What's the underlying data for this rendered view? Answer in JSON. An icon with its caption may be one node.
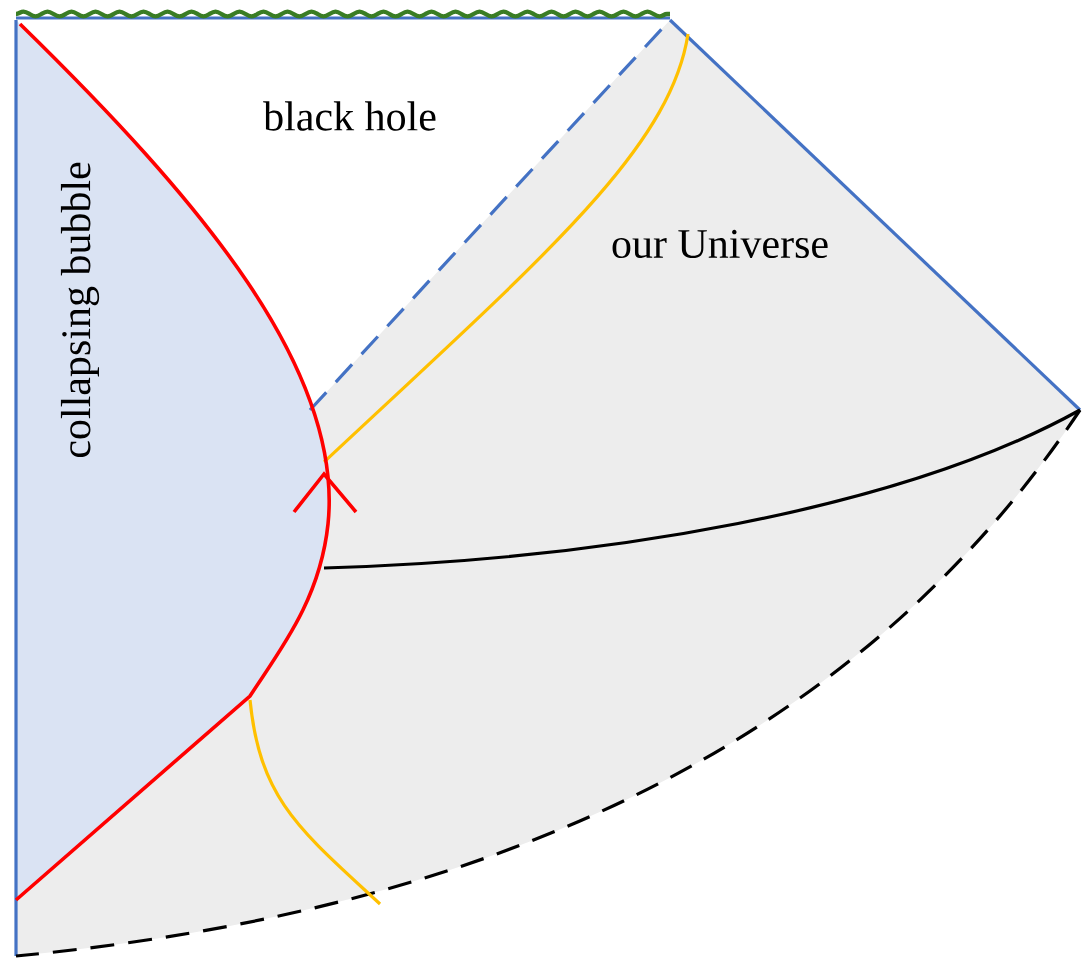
{
  "diagram": {
    "labels": [
      "black hole",
      "collapsing bubble",
      "our Universe"
    ]
  }
}
